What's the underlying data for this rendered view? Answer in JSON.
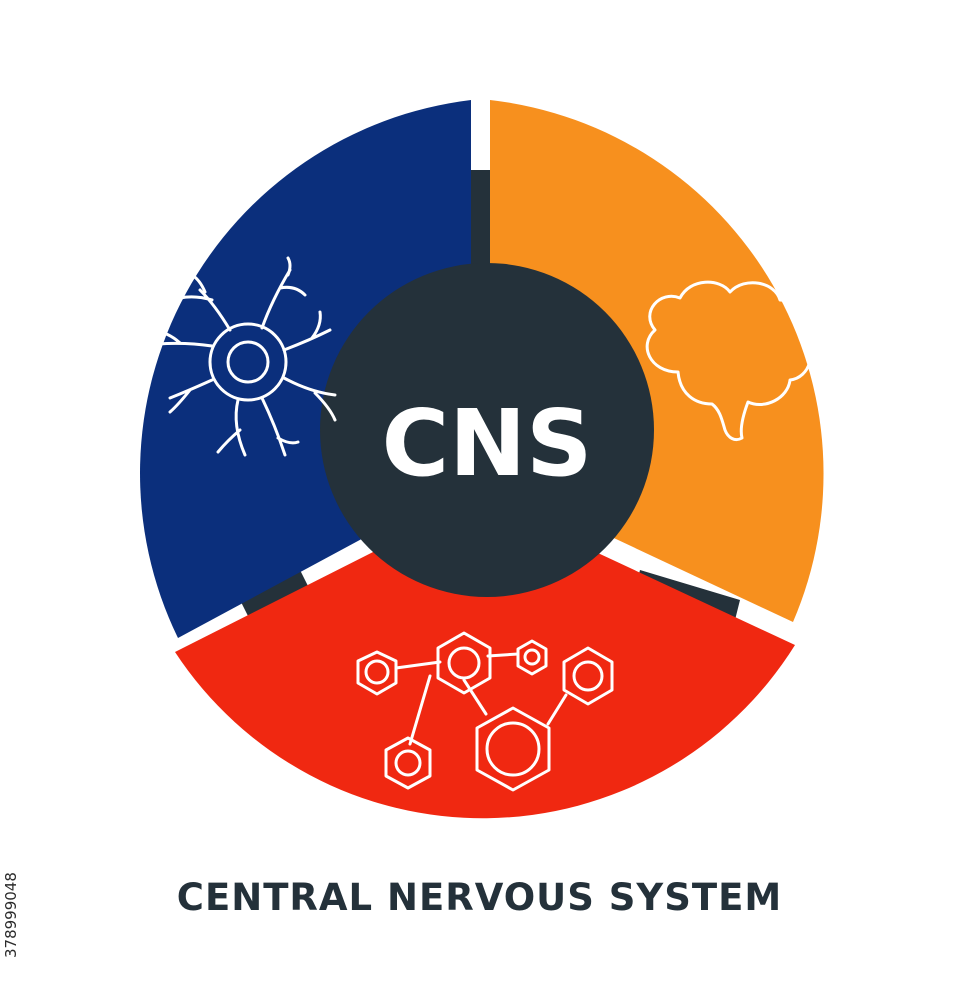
{
  "diagram": {
    "abbreviation": "CNS",
    "caption": "CENTRAL NERVOUS SYSTEM",
    "stock_id": "378999048",
    "segments": [
      {
        "name": "neuron-segment",
        "color": "#0b2f7c",
        "icon": "neuron-icon"
      },
      {
        "name": "brain-segment",
        "color": "#f7901e",
        "icon": "brain-icon"
      },
      {
        "name": "molecule-segment",
        "color": "#f02811",
        "icon": "molecule-icon"
      }
    ],
    "hub_color": "#24313a",
    "text_color": "#ffffff"
  }
}
